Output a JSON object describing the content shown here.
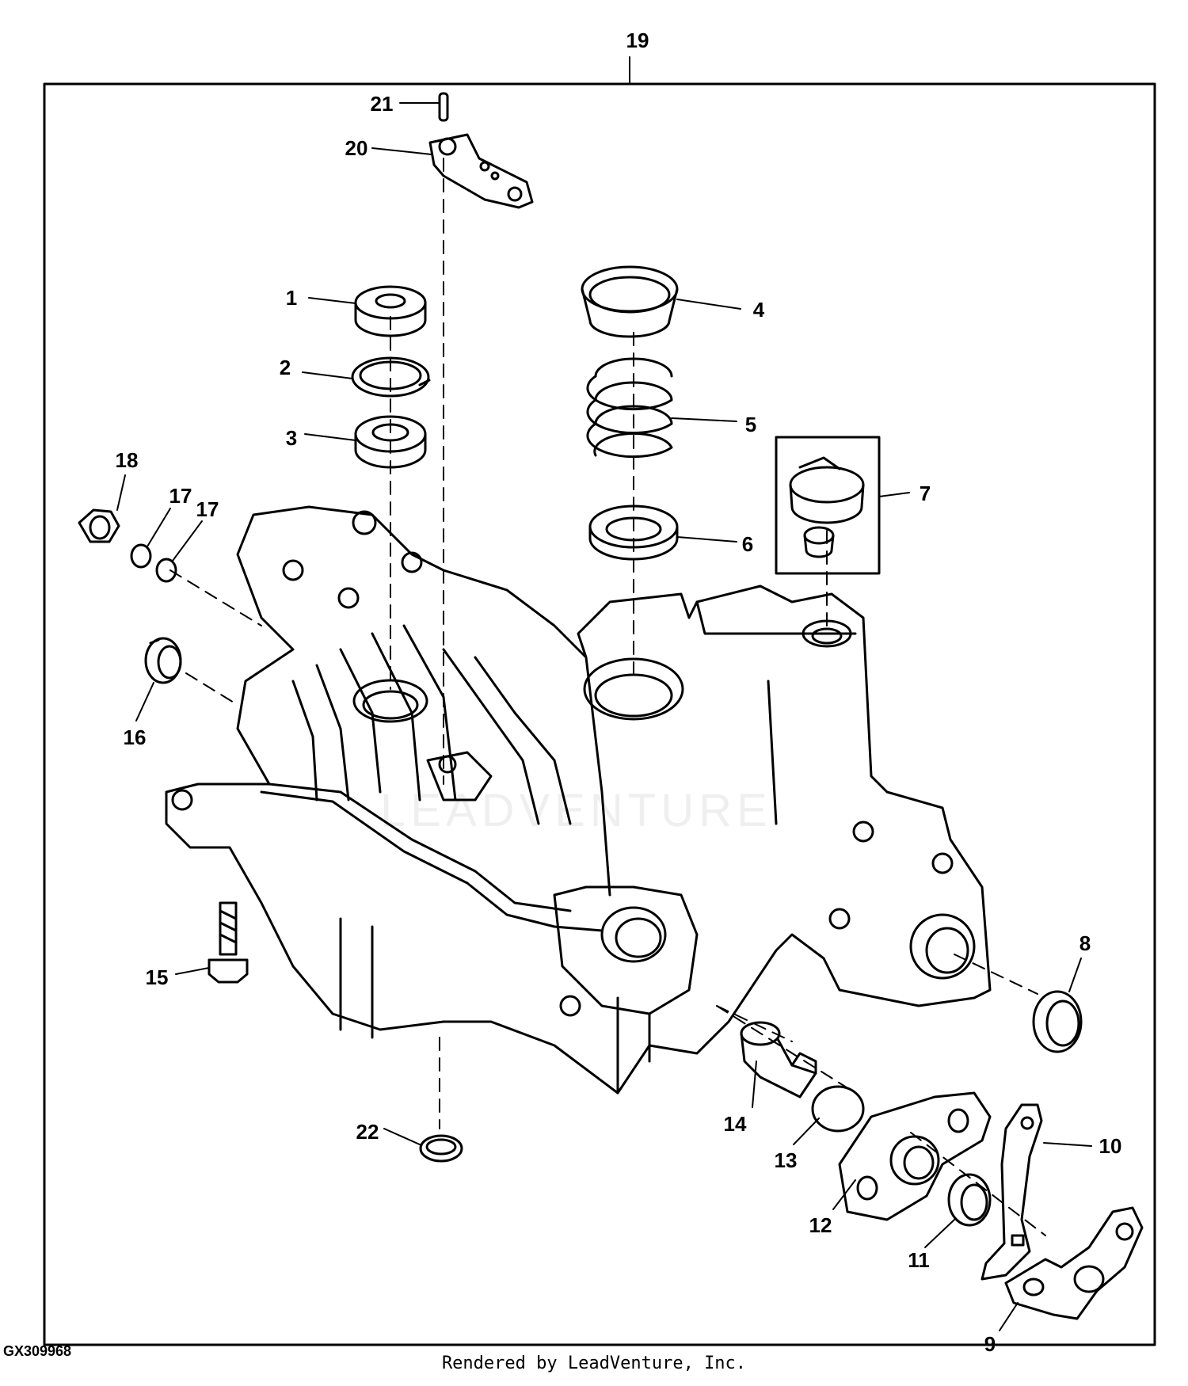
{
  "figure_id": "GX309968",
  "credit": "Rendered by LeadVenture, Inc.",
  "watermark": "LEADVENTURE",
  "callouts": [
    {
      "label": "1"
    },
    {
      "label": "2"
    },
    {
      "label": "3"
    },
    {
      "label": "4"
    },
    {
      "label": "5"
    },
    {
      "label": "6"
    },
    {
      "label": "7"
    },
    {
      "label": "8"
    },
    {
      "label": "9"
    },
    {
      "label": "10"
    },
    {
      "label": "11"
    },
    {
      "label": "12"
    },
    {
      "label": "13"
    },
    {
      "label": "14"
    },
    {
      "label": "15"
    },
    {
      "label": "16"
    },
    {
      "label": "17"
    },
    {
      "label": "17"
    },
    {
      "label": "18"
    },
    {
      "label": "19"
    },
    {
      "label": "20"
    },
    {
      "label": "21"
    },
    {
      "label": "22"
    }
  ]
}
